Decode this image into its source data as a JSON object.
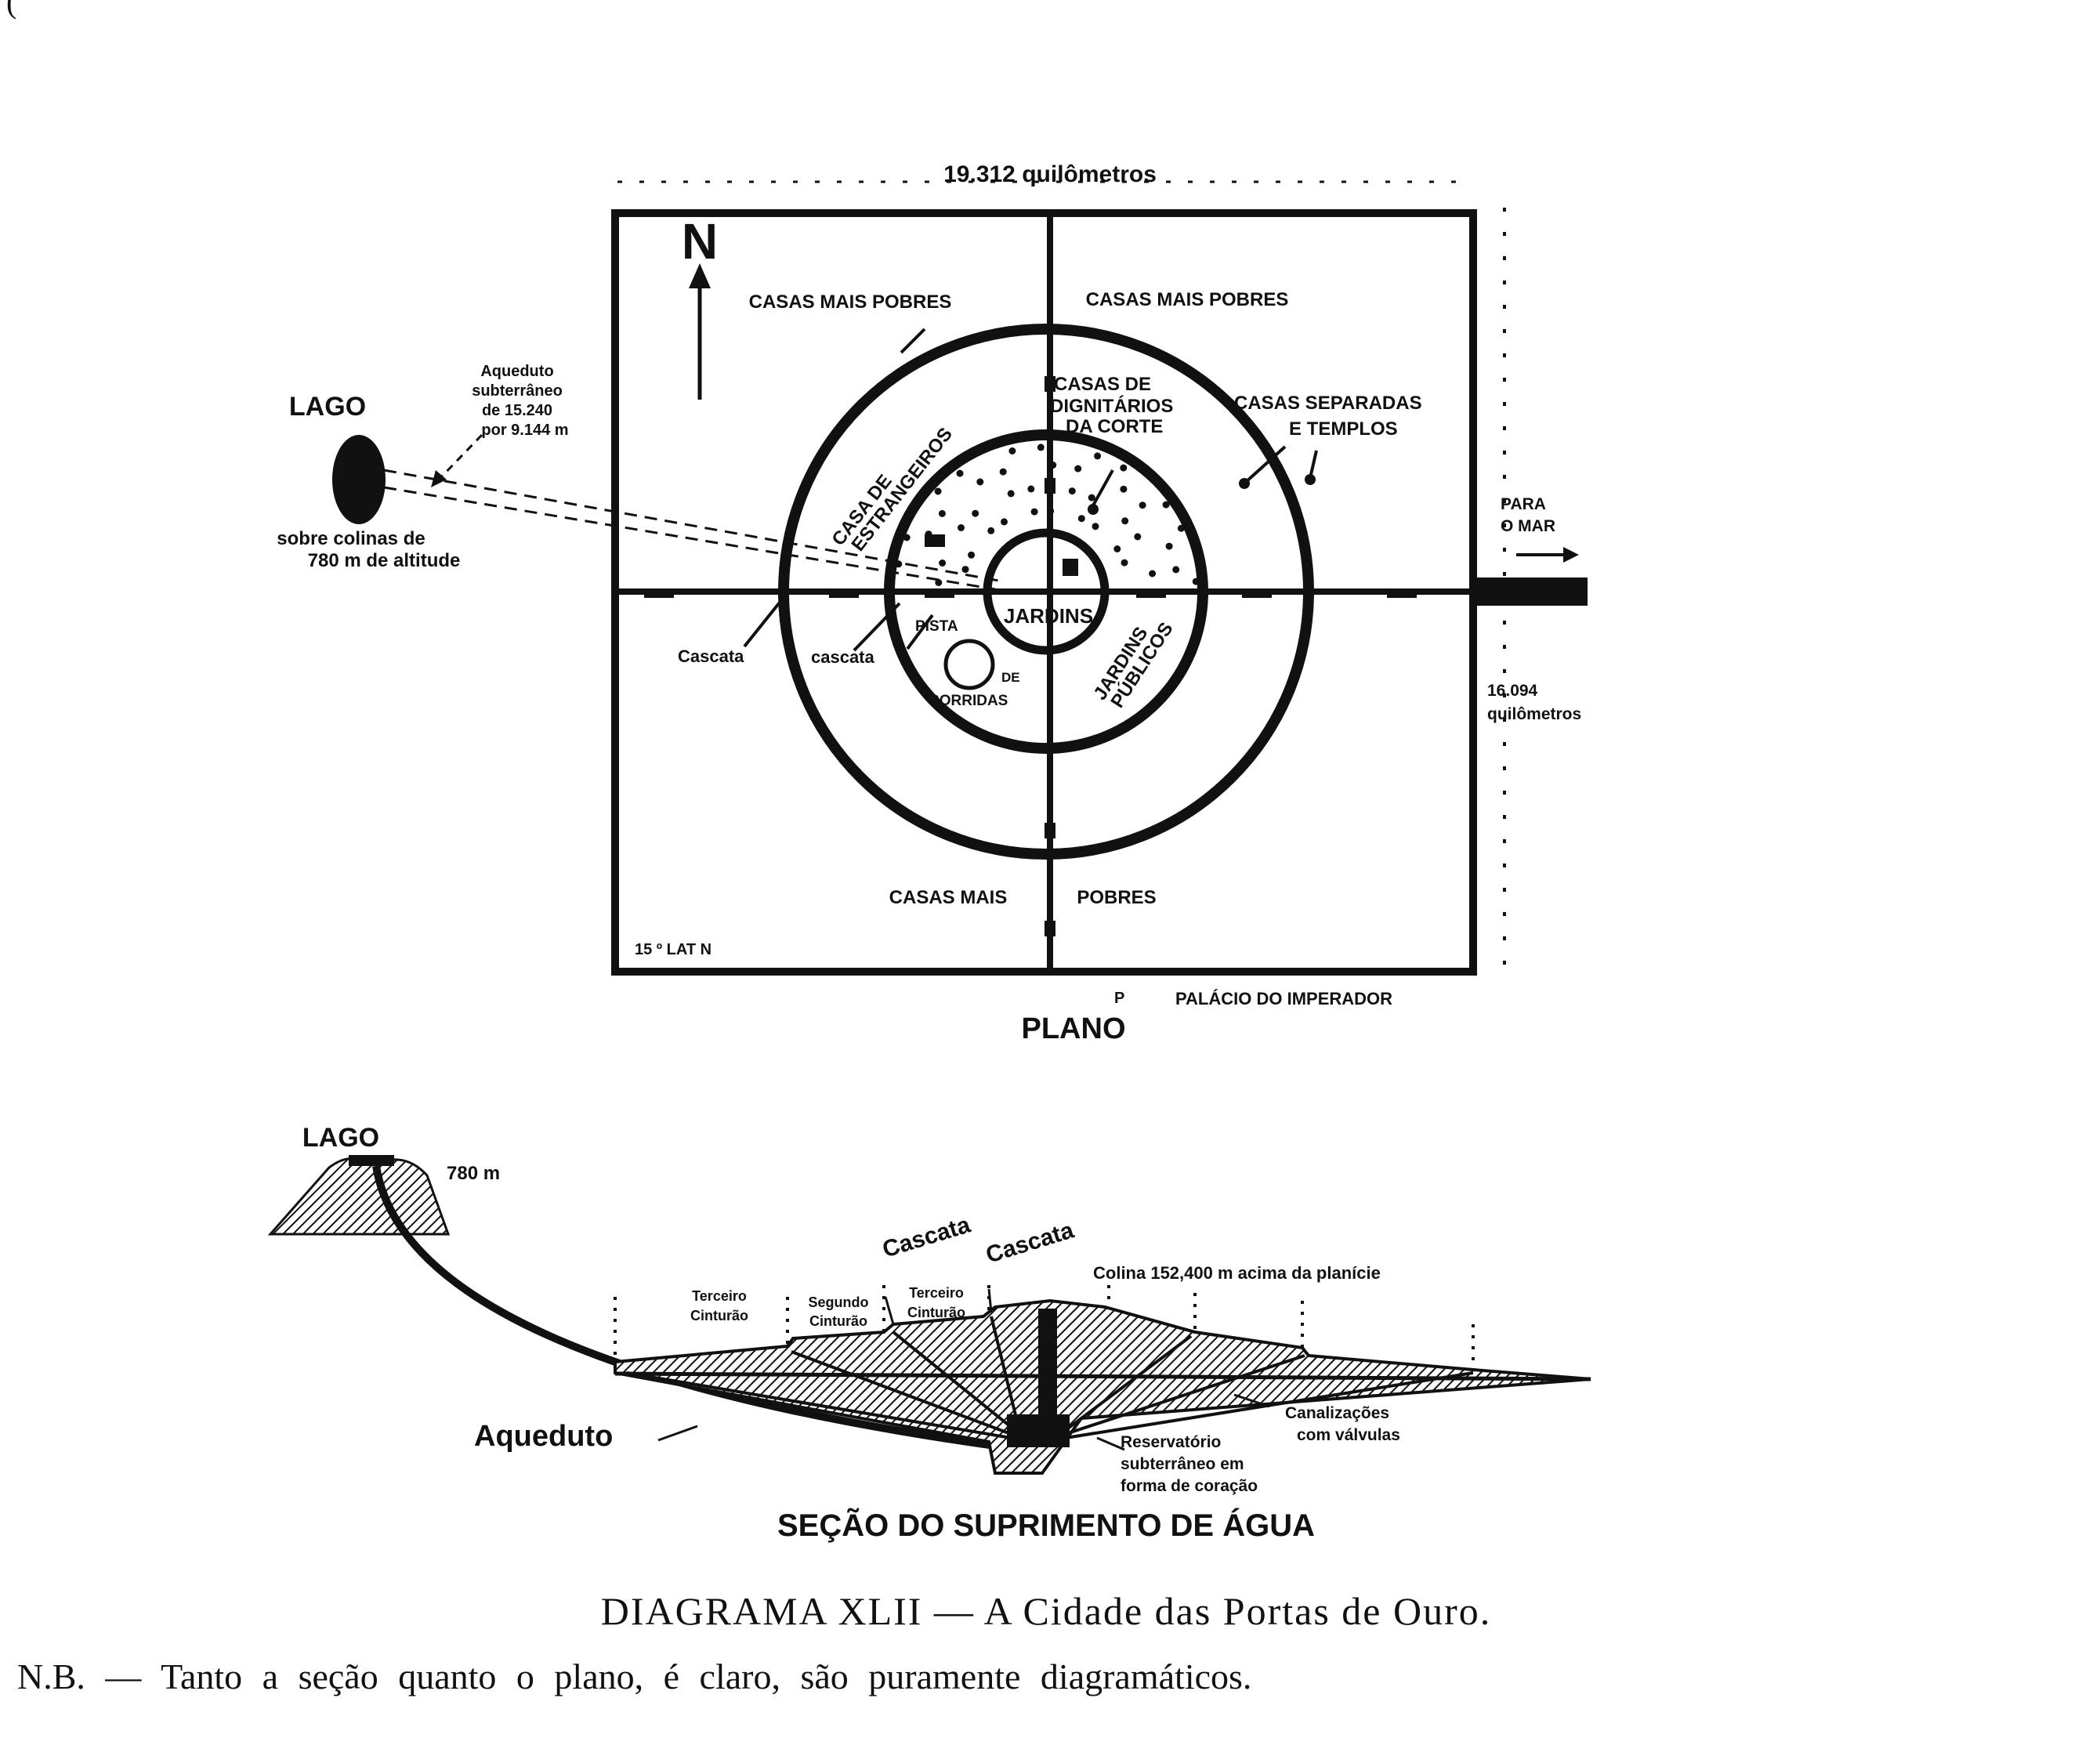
{
  "plan": {
    "width_label": "19.312 quilômetros",
    "height_label_1": "16.094",
    "height_label_2": "quilômetros",
    "north": "N",
    "lake": "LAGO",
    "aqueduct_1": "Aqueduto",
    "aqueduct_2": "subterrâneo",
    "aqueduct_3": "de 15.240",
    "aqueduct_4": "por 9.144 m",
    "hills_1": "sobre colinas de",
    "hills_2": "780 m de altitude",
    "poor_nw": "CASAS MAIS POBRES",
    "poor_ne": "CASAS MAIS POBRES",
    "poor_sw": "CASAS MAIS",
    "poor_se": "POBRES",
    "dignitaries_1": "CASAS DE",
    "dignitaries_2": "DIGNITÁRIOS",
    "dignitaries_3": "DA CORTE",
    "separate_1": "CASAS SEPARADAS",
    "separate_2": "E TEMPLOS",
    "foreigners_1": "CASA DE",
    "foreigners_2": "ESTRANGEIROS",
    "gardens": "JARDINS",
    "public_gardens_1": "JARDINS",
    "public_gardens_2": "PÚBLICOS",
    "track_1": "PISTA",
    "track_2": "DE",
    "track_3": "CORRIDAS",
    "cascade_outer": "Cascata",
    "cascade_inner": "cascata",
    "sea_1": "PARA",
    "sea_2": "O MAR",
    "latitude": "15 º LAT N",
    "palace_key": "P",
    "palace": "PALÁCIO DO IMPERADOR",
    "caption": "PLANO"
  },
  "section": {
    "lake": "LAGO",
    "altitude": "780 m",
    "cascade_1": "Cascata",
    "cascade_2": "Cascata",
    "third_belt_l_1": "Terceiro",
    "third_belt_l_2": "Cinturão",
    "second_belt_1": "Segundo",
    "second_belt_2": "Cinturão",
    "third_belt_r_1": "Terceiro",
    "third_belt_r_2": "Cinturão",
    "hill": "Colina 152,400 m acima da planície",
    "aqueduct": "Aqueduto",
    "channels_1": "Canalizações",
    "channels_2": "com válvulas",
    "reservoir_1": "Reservatório",
    "reservoir_2": "subterrâneo em",
    "reservoir_3": "forma de coração",
    "caption": "SEÇÃO DO SUPRIMENTO DE ÁGUA"
  },
  "footer": {
    "title": "DIAGRAMA XLII — A Cidade das Portas de Ouro.",
    "note": "N.B. — Tanto a seção quanto o plano, é claro, são puramente diagramáticos."
  }
}
